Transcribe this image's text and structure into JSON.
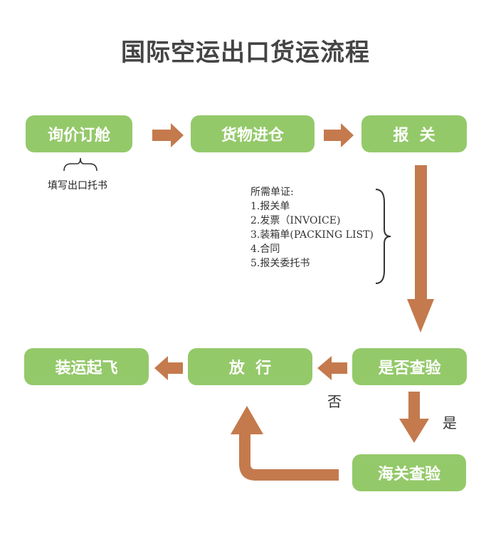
{
  "title": "国际空运出口货运流程",
  "colors": {
    "box": "#94c96a",
    "arrow": "#c47a4d",
    "text": "#444444"
  },
  "steps": {
    "inquiry": "询价订舱",
    "goods_in": "货物进仓",
    "declare": "报  关",
    "inspect_check": "是否查验",
    "customs_inspect": "海关查验",
    "release": "放  行",
    "takeoff": "装运起飞"
  },
  "notes": {
    "fill_form": "填写出口托书",
    "docs_title": "所需单证:",
    "docs": [
      "1.报关单",
      "2.发票（INVOICE)",
      "3.装箱单(PACKING LIST)",
      "4.合同",
      "5.报关委托书"
    ]
  },
  "labels": {
    "no": "否",
    "yes": "是"
  }
}
